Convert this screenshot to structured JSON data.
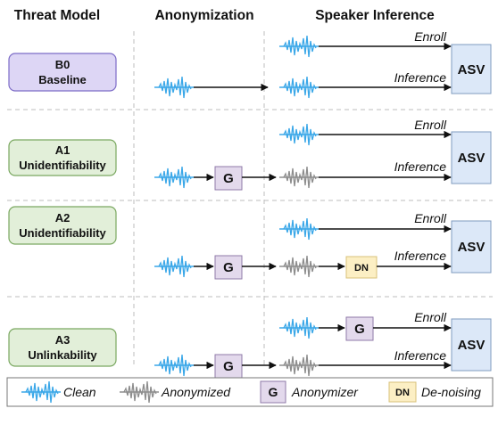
{
  "headers": {
    "threat_model": "Threat Model",
    "anonymization": "Anonymization",
    "speaker_inference": "Speaker Inference"
  },
  "rows": [
    {
      "line1": "B0",
      "line2": "Baseline",
      "color": "#ddd6f5",
      "border": "#7d6cc7"
    },
    {
      "line1": "A1",
      "line2": "Unidentifiability",
      "color": "#e2efd9",
      "border": "#7aa860"
    },
    {
      "line1": "A2",
      "line2": "Unidentifiability",
      "color": "#e2efd9",
      "border": "#7aa860"
    },
    {
      "line1": "A3",
      "line2": "Unlinkability",
      "color": "#e2efd9",
      "border": "#7aa860"
    }
  ],
  "labels": {
    "enroll": "Enroll",
    "inference": "Inference",
    "asv": "ASV",
    "g": "G",
    "dn": "DN"
  },
  "legend": {
    "clean": "Clean",
    "anonymized": "Anonymized",
    "anonymizer_key": "G",
    "anonymizer": "Anonymizer",
    "denoising_key": "DN",
    "denoising": "De-noising"
  },
  "colors": {
    "clean_wave": "#3aa7e8",
    "anon_wave": "#8d8d8d",
    "g_fill": "#e3d9ec",
    "g_border": "#8f7aa8",
    "dn_fill": "#fcefc4",
    "dn_border": "#d8c27a",
    "asv_fill": "#dce8f8",
    "asv_border": "#7f9bbf"
  }
}
